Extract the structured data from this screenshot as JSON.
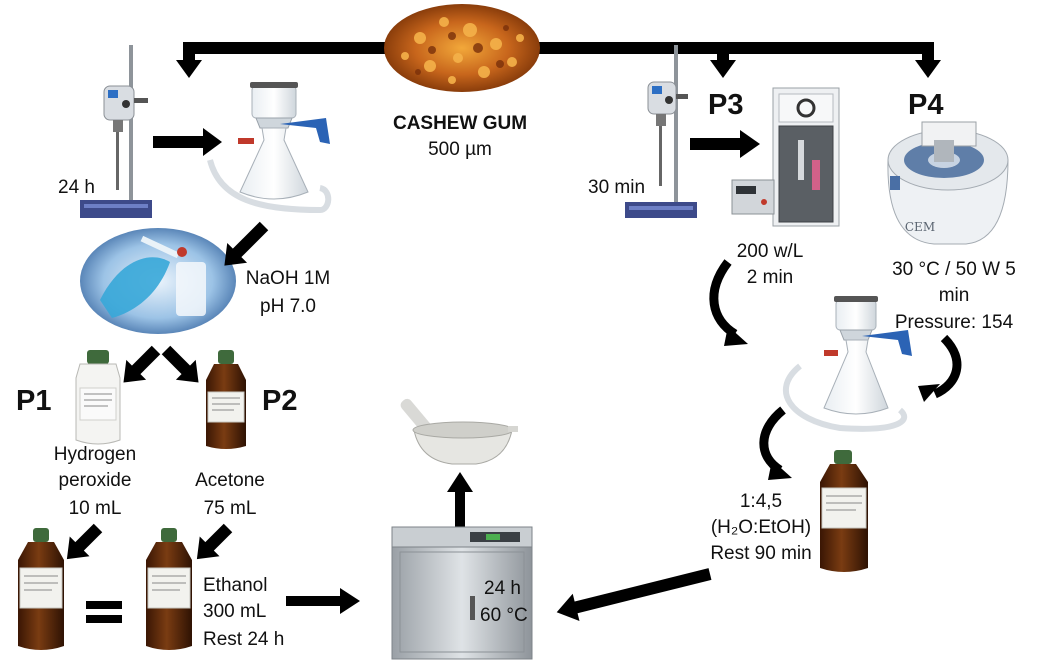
{
  "title": {
    "line1": "CASHEW GUM",
    "line2": "500 µm"
  },
  "left_branch": {
    "stir_time": "24 h",
    "neutralize_line1": "NaOH 1M",
    "neutralize_line2": "pH 7.0",
    "p1": {
      "tag": "P1",
      "line1": "Hydrogen",
      "line2": "peroxide",
      "line3": "10 mL"
    },
    "p2": {
      "tag": "P2",
      "line1": "Acetone",
      "line2": "75 mL"
    },
    "equals": "=",
    "ethanol_line1": "Ethanol",
    "ethanol_line2": "300 mL",
    "ethanol_line3": "Rest 24 h"
  },
  "right_branch": {
    "stir_time": "30 min",
    "p3": {
      "tag": "P3",
      "line1": "200 w/L",
      "line2": "2 min"
    },
    "p4": {
      "tag": "P4",
      "line1": "30 °C / 50 W 5",
      "line2": "min",
      "line3": "Pressure: 154"
    },
    "ratio_line1": "1:4,5",
    "ratio_line2": "(H₂O:EtOH)",
    "ratio_line3": "Rest 90 min",
    "microwave_brand": "CEM"
  },
  "oven": {
    "line1": "24 h",
    "line2": "60 °C"
  },
  "colors": {
    "arrow": "#000000",
    "amber_bottle": "#5a2a0c",
    "gum": "#c8661c",
    "steel": "#b9bdc1",
    "blue": "#2b63b5"
  }
}
